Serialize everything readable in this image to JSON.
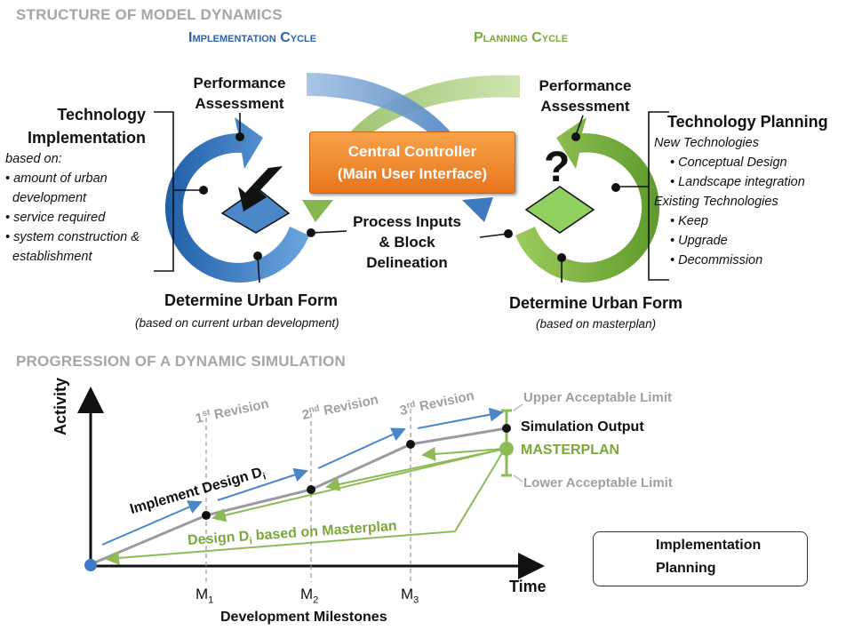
{
  "top": {
    "title": "STRUCTURE OF MODEL DYNAMICS",
    "impl_cycle": "Implementation Cycle",
    "plan_cycle": "Planning Cycle",
    "left_perf": [
      "Performance",
      "Assessment"
    ],
    "right_perf": [
      "Performance",
      "Assessment"
    ],
    "tech_impl": {
      "title": [
        "Technology",
        "Implementation"
      ],
      "based_on": "based on:",
      "bullets": [
        "• amount of urban",
        "  development",
        "• service required",
        "• system construction &",
        "  establishment"
      ]
    },
    "tech_plan": {
      "title": "Technology Planning",
      "lines": [
        "New Technologies",
        "• Conceptual Design",
        "• Landscape integration",
        "Existing Technologies",
        "• Keep",
        "• Upgrade",
        "• Decommission"
      ]
    },
    "controller": [
      "Central Controller",
      "(Main User Interface)"
    ],
    "process": [
      "Process Inputs",
      "& Block",
      "Delineation"
    ],
    "left_urban": "Determine Urban Form",
    "left_urban_sub": "(based on current urban development)",
    "right_urban": "Determine Urban Form",
    "right_urban_sub": "(based on masterplan)",
    "question_mark": "?"
  },
  "bottom": {
    "title": "PROGRESSION OF A DYNAMIC SIMULATION",
    "y_axis": "Activity",
    "x_axis": "Time",
    "x_caption": "Development Milestones",
    "revisions": [
      {
        "pre": "1",
        "sup": "st",
        "post": " Revision"
      },
      {
        "pre": "2",
        "sup": "nd",
        "post": " Revision"
      },
      {
        "pre": "3",
        "sup": "rd",
        "post": " Revision"
      }
    ],
    "milestones": [
      {
        "m": "M",
        "sub": "1"
      },
      {
        "m": "M",
        "sub": "2"
      },
      {
        "m": "M",
        "sub": "3"
      }
    ],
    "upper_limit": "Upper Acceptable Limit",
    "sim_output": "Simulation Output",
    "masterplan": "MASTERPLAN",
    "lower_limit": "Lower Acceptable Limit",
    "impl_design": {
      "pre": "Implement Design D",
      "sub": "i"
    },
    "design_based": {
      "pre": "Design D",
      "sub": "i",
      "post": " based on Masterplan"
    }
  },
  "legend": {
    "items": [
      {
        "label": "Implementation",
        "color": "#4a86c8"
      },
      {
        "label": "Planning",
        "color": "#8dbb55"
      }
    ]
  },
  "colors": {
    "blue": "#2e6db4",
    "green": "#8dbb55",
    "orange": "#ed8128",
    "gray_line": "#9a9aa0",
    "section_gray": "#a6a6a6"
  }
}
